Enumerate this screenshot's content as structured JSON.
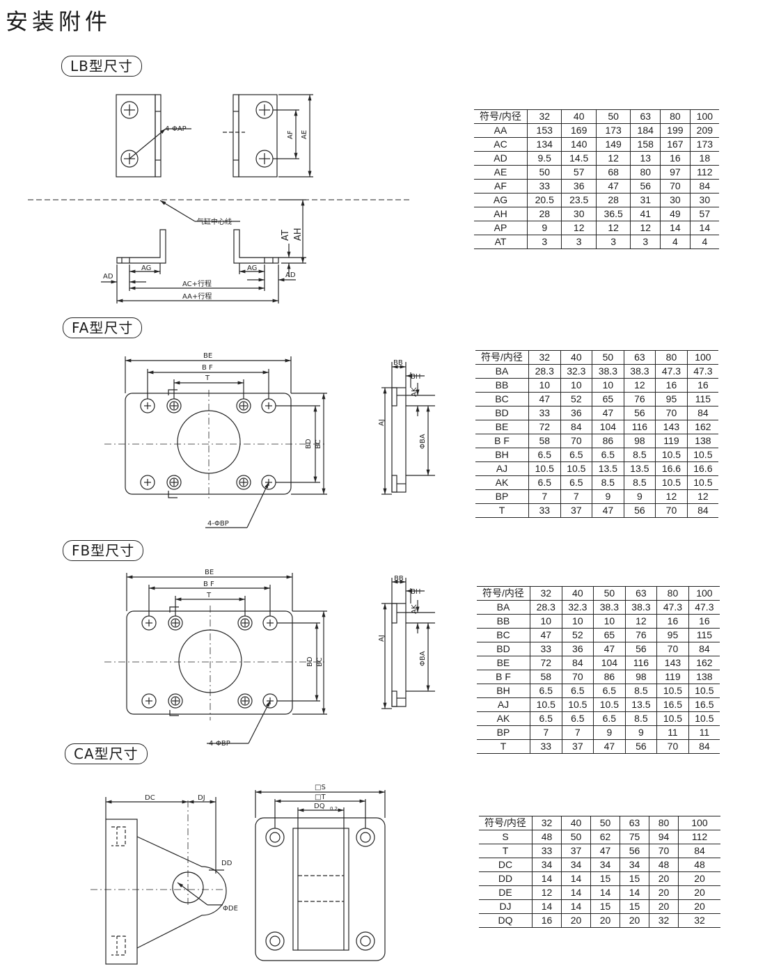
{
  "title": "安装附件",
  "sections": {
    "lb": {
      "label": "LB型尺寸",
      "annotations": {
        "ap": "4-ΦAP",
        "af": "AF",
        "ae": "AE",
        "center": "气缸中心线",
        "at": "AT",
        "ah": "AH",
        "ag": "AG",
        "ad": "AD",
        "ac": "AC+行程",
        "aa": "AA+行程"
      },
      "table": {
        "header": [
          "符号/内径",
          "32",
          "40",
          "50",
          "63",
          "80",
          "100"
        ],
        "rows": [
          [
            "AA",
            "153",
            "169",
            "173",
            "184",
            "199",
            "209"
          ],
          [
            "AC",
            "134",
            "140",
            "149",
            "158",
            "167",
            "173"
          ],
          [
            "AD",
            "9.5",
            "14.5",
            "12",
            "13",
            "16",
            "18"
          ],
          [
            "AE",
            "50",
            "57",
            "68",
            "80",
            "97",
            "112"
          ],
          [
            "AF",
            "33",
            "36",
            "47",
            "56",
            "70",
            "84"
          ],
          [
            "AG",
            "20.5",
            "23.5",
            "28",
            "31",
            "30",
            "30"
          ],
          [
            "AH",
            "28",
            "30",
            "36.5",
            "41",
            "49",
            "57"
          ],
          [
            "AP",
            "9",
            "12",
            "12",
            "12",
            "14",
            "14"
          ],
          [
            "AT",
            "3",
            "3",
            "3",
            "3",
            "4",
            "4"
          ]
        ]
      }
    },
    "fa": {
      "label": "FA型尺寸",
      "annotations": {
        "be": "BE",
        "bf": "B F",
        "t": "T",
        "bd": "BD",
        "bc": "BC",
        "bp": "4-ΦBP",
        "bb": "BB",
        "bh": "BH",
        "ak": "AK",
        "aj": "AJ",
        "ba": "ΦBA"
      },
      "table": {
        "header": [
          "符号/内径",
          "32",
          "40",
          "50",
          "63",
          "80",
          "100"
        ],
        "rows": [
          [
            "BA",
            "28.3",
            "32.3",
            "38.3",
            "38.3",
            "47.3",
            "47.3"
          ],
          [
            "BB",
            "10",
            "10",
            "10",
            "12",
            "16",
            "16"
          ],
          [
            "BC",
            "47",
            "52",
            "65",
            "76",
            "95",
            "115"
          ],
          [
            "BD",
            "33",
            "36",
            "47",
            "56",
            "70",
            "84"
          ],
          [
            "BE",
            "72",
            "84",
            "104",
            "116",
            "143",
            "162"
          ],
          [
            "B F",
            "58",
            "70",
            "86",
            "98",
            "119",
            "138"
          ],
          [
            "BH",
            "6.5",
            "6.5",
            "6.5",
            "8.5",
            "10.5",
            "10.5"
          ],
          [
            "AJ",
            "10.5",
            "10.5",
            "13.5",
            "13.5",
            "16.6",
            "16.6"
          ],
          [
            "AK",
            "6.5",
            "6.5",
            "8.5",
            "8.5",
            "10.5",
            "10.5"
          ],
          [
            "BP",
            "7",
            "7",
            "9",
            "9",
            "12",
            "12"
          ],
          [
            "T",
            "33",
            "37",
            "47",
            "56",
            "70",
            "84"
          ]
        ]
      }
    },
    "fb": {
      "label": "FB型尺寸",
      "annotations": {
        "be": "BE",
        "bf": "B F",
        "t": "T",
        "bd": "BD",
        "bc": "BC",
        "bp": "4-ΦBP",
        "bb": "BB",
        "bh": "BH",
        "ak": "AK",
        "aj": "AJ",
        "ba": "ΦBA"
      },
      "table": {
        "header": [
          "符号/内径",
          "32",
          "40",
          "50",
          "63",
          "80",
          "100"
        ],
        "rows": [
          [
            "BA",
            "28.3",
            "32.3",
            "38.3",
            "38.3",
            "47.3",
            "47.3"
          ],
          [
            "BB",
            "10",
            "10",
            "10",
            "12",
            "16",
            "16"
          ],
          [
            "BC",
            "47",
            "52",
            "65",
            "76",
            "95",
            "115"
          ],
          [
            "BD",
            "33",
            "36",
            "47",
            "56",
            "70",
            "84"
          ],
          [
            "BE",
            "72",
            "84",
            "104",
            "116",
            "143",
            "162"
          ],
          [
            "B F",
            "58",
            "70",
            "86",
            "98",
            "119",
            "138"
          ],
          [
            "BH",
            "6.5",
            "6.5",
            "6.5",
            "8.5",
            "10.5",
            "10.5"
          ],
          [
            "AJ",
            "10.5",
            "10.5",
            "10.5",
            "13.5",
            "16.5",
            "16.5"
          ],
          [
            "AK",
            "6.5",
            "6.5",
            "6.5",
            "8.5",
            "10.5",
            "10.5"
          ],
          [
            "BP",
            "7",
            "7",
            "9",
            "9",
            "11",
            "11"
          ],
          [
            "T",
            "33",
            "37",
            "47",
            "56",
            "70",
            "84"
          ]
        ]
      }
    },
    "ca": {
      "label": "CA型尺寸",
      "annotations": {
        "dc": "DC",
        "dj": "DJ",
        "dd": "DD",
        "de": "ΦDE",
        "s": "□S",
        "t": "□T",
        "dq": "DQ",
        "dq_sub": "0.2"
      },
      "table": {
        "header": [
          "符号/内径",
          "32",
          "40",
          "50",
          "63",
          "80",
          "100"
        ],
        "rows": [
          [
            "S",
            "48",
            "50",
            "62",
            "75",
            "94",
            "112"
          ],
          [
            "T",
            "33",
            "37",
            "47",
            "56",
            "70",
            "84"
          ],
          [
            "DC",
            "34",
            "34",
            "34",
            "34",
            "48",
            "48"
          ],
          [
            "DD",
            "14",
            "14",
            "15",
            "15",
            "20",
            "20"
          ],
          [
            "DE",
            "12",
            "14",
            "14",
            "14",
            "20",
            "20"
          ],
          [
            "DJ",
            "14",
            "14",
            "15",
            "15",
            "20",
            "20"
          ],
          [
            "DQ",
            "16",
            "20",
            "20",
            "20",
            "32",
            "32"
          ]
        ]
      }
    }
  }
}
